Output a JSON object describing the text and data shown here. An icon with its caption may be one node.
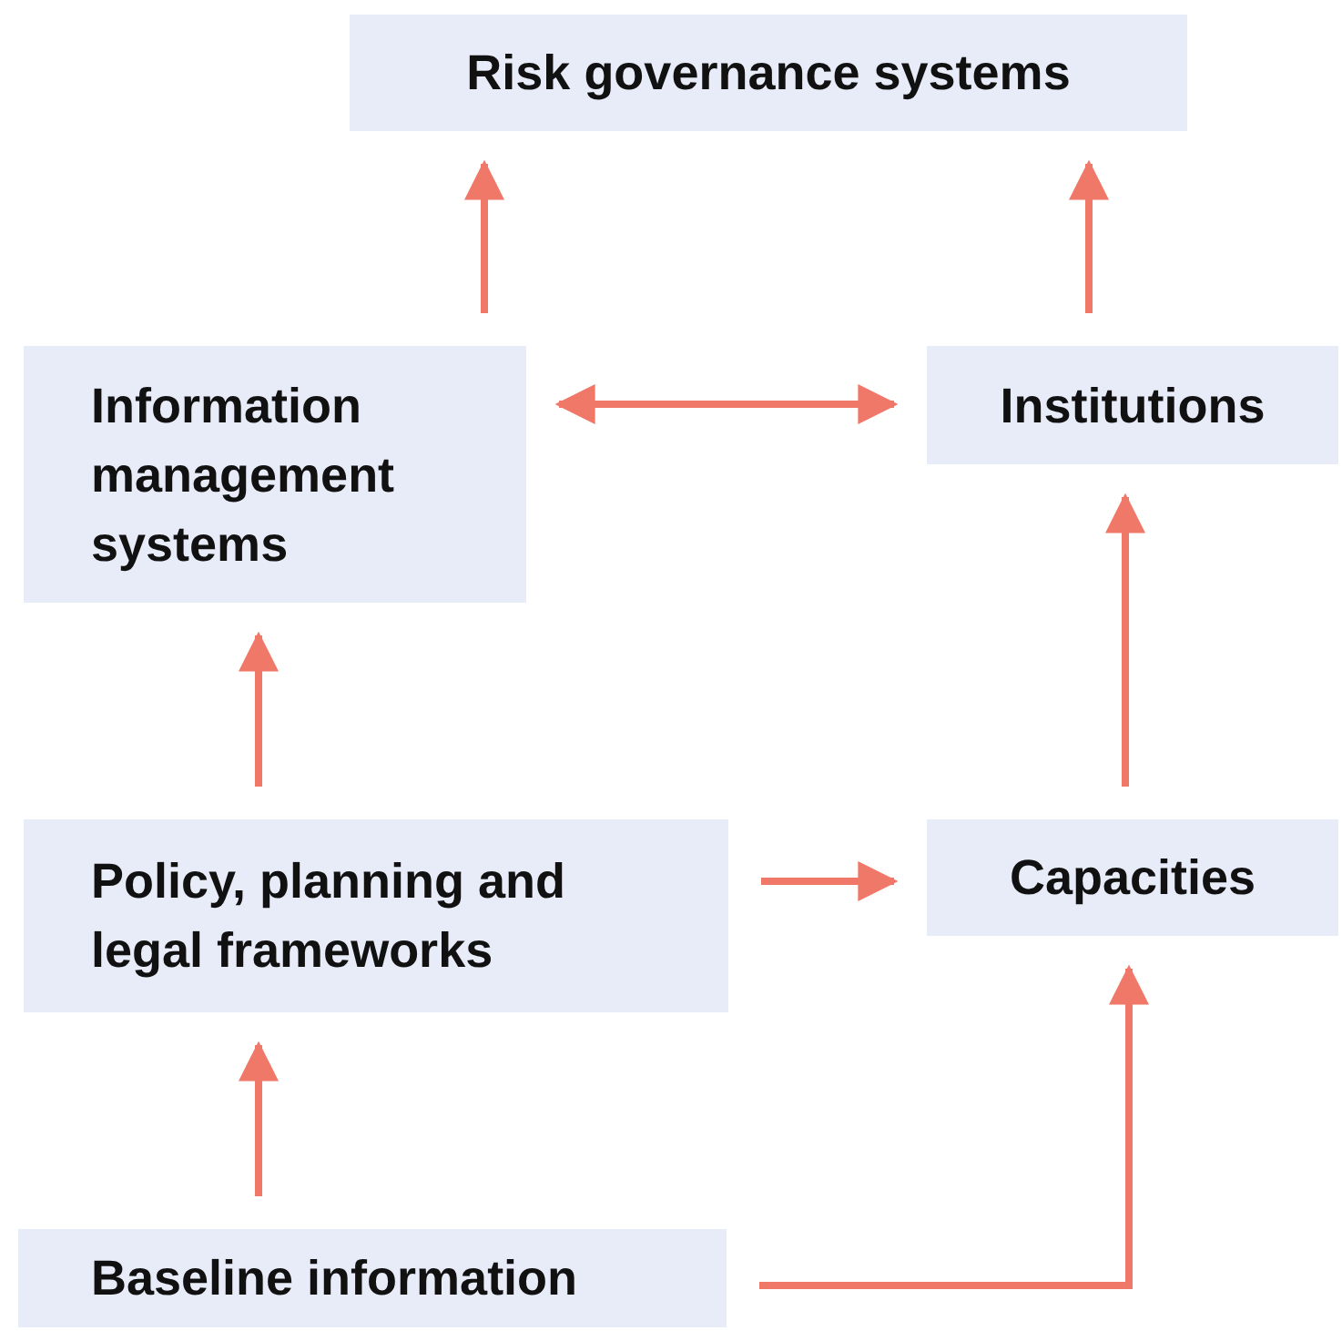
{
  "diagram": {
    "nodes": [
      {
        "text": [
          "Risk governance systems"
        ]
      },
      {
        "text": [
          "Information management systems"
        ]
      },
      {
        "text": [
          "Institutions"
        ]
      },
      {
        "text": [
          "Policy, planning and legal frameworks"
        ]
      },
      {
        "text": [
          "Capacities"
        ]
      },
      {
        "text": [
          "Baseline information"
        ]
      }
    ],
    "edges": [
      {
        "from": 1,
        "to": 0,
        "arrow": "to"
      },
      {
        "from": 2,
        "to": 0,
        "arrow": "to"
      },
      {
        "from": 1,
        "to": 2,
        "arrow": "both"
      },
      {
        "from": 3,
        "to": 1,
        "arrow": "to"
      },
      {
        "from": 4,
        "to": 2,
        "arrow": "to"
      },
      {
        "from": 3,
        "to": 4,
        "arrow": "to"
      },
      {
        "from": 5,
        "to": 3,
        "arrow": "to"
      },
      {
        "from": 5,
        "to": 4,
        "arrow": "to"
      }
    ]
  }
}
